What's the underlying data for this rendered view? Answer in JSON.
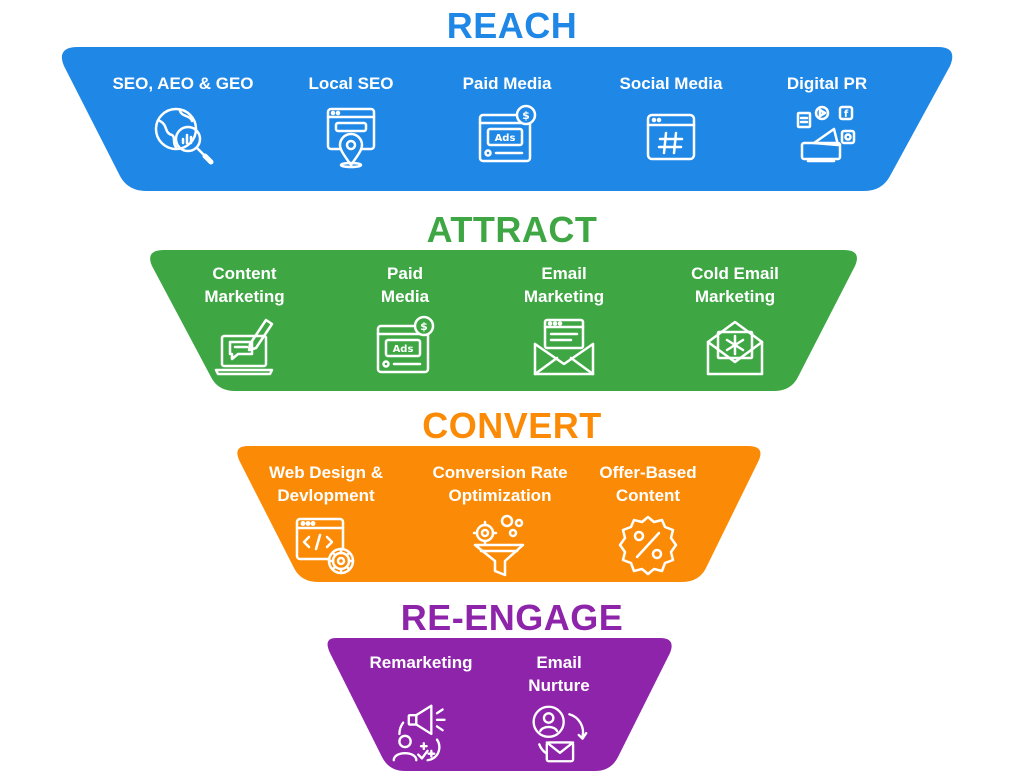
{
  "stages": [
    {
      "title": "REACH",
      "color": "#1f87e5",
      "items": [
        {
          "label": "SEO, AEO & GEO",
          "icon": "globe-magnifier-icon"
        },
        {
          "label": "Local SEO",
          "icon": "map-pin-browser-icon"
        },
        {
          "label": "Paid Media",
          "icon": "ads-dollar-icon"
        },
        {
          "label": "Social Media",
          "icon": "hashtag-window-icon"
        },
        {
          "label": "Digital PR",
          "icon": "megaphone-media-icon"
        }
      ]
    },
    {
      "title": "ATTRACT",
      "color": "#3ea744",
      "items": [
        {
          "label": "Content\nMarketing",
          "icon": "laptop-pen-icon"
        },
        {
          "label": "Paid\nMedia",
          "icon": "ads-dollar-icon"
        },
        {
          "label": "Email\nMarketing",
          "icon": "envelope-browser-icon"
        },
        {
          "label": "Cold Email\nMarketing",
          "icon": "envelope-snowflake-icon"
        }
      ]
    },
    {
      "title": "CONVERT",
      "color": "#fb8b06",
      "items": [
        {
          "label": "Web Design &\nDevlopment",
          "icon": "code-window-gear-icon"
        },
        {
          "label": "Conversion Rate\nOptimization",
          "icon": "funnel-gear-icon"
        },
        {
          "label": "Offer-Based\nContent",
          "icon": "percent-badge-icon"
        }
      ]
    },
    {
      "title": "RE-ENGAGE",
      "color": "#8d24aa",
      "items": [
        {
          "label": "Remarketing",
          "icon": "megaphone-person-icon"
        },
        {
          "label": "Email\nNurture",
          "icon": "person-email-cycle-icon"
        }
      ]
    }
  ]
}
